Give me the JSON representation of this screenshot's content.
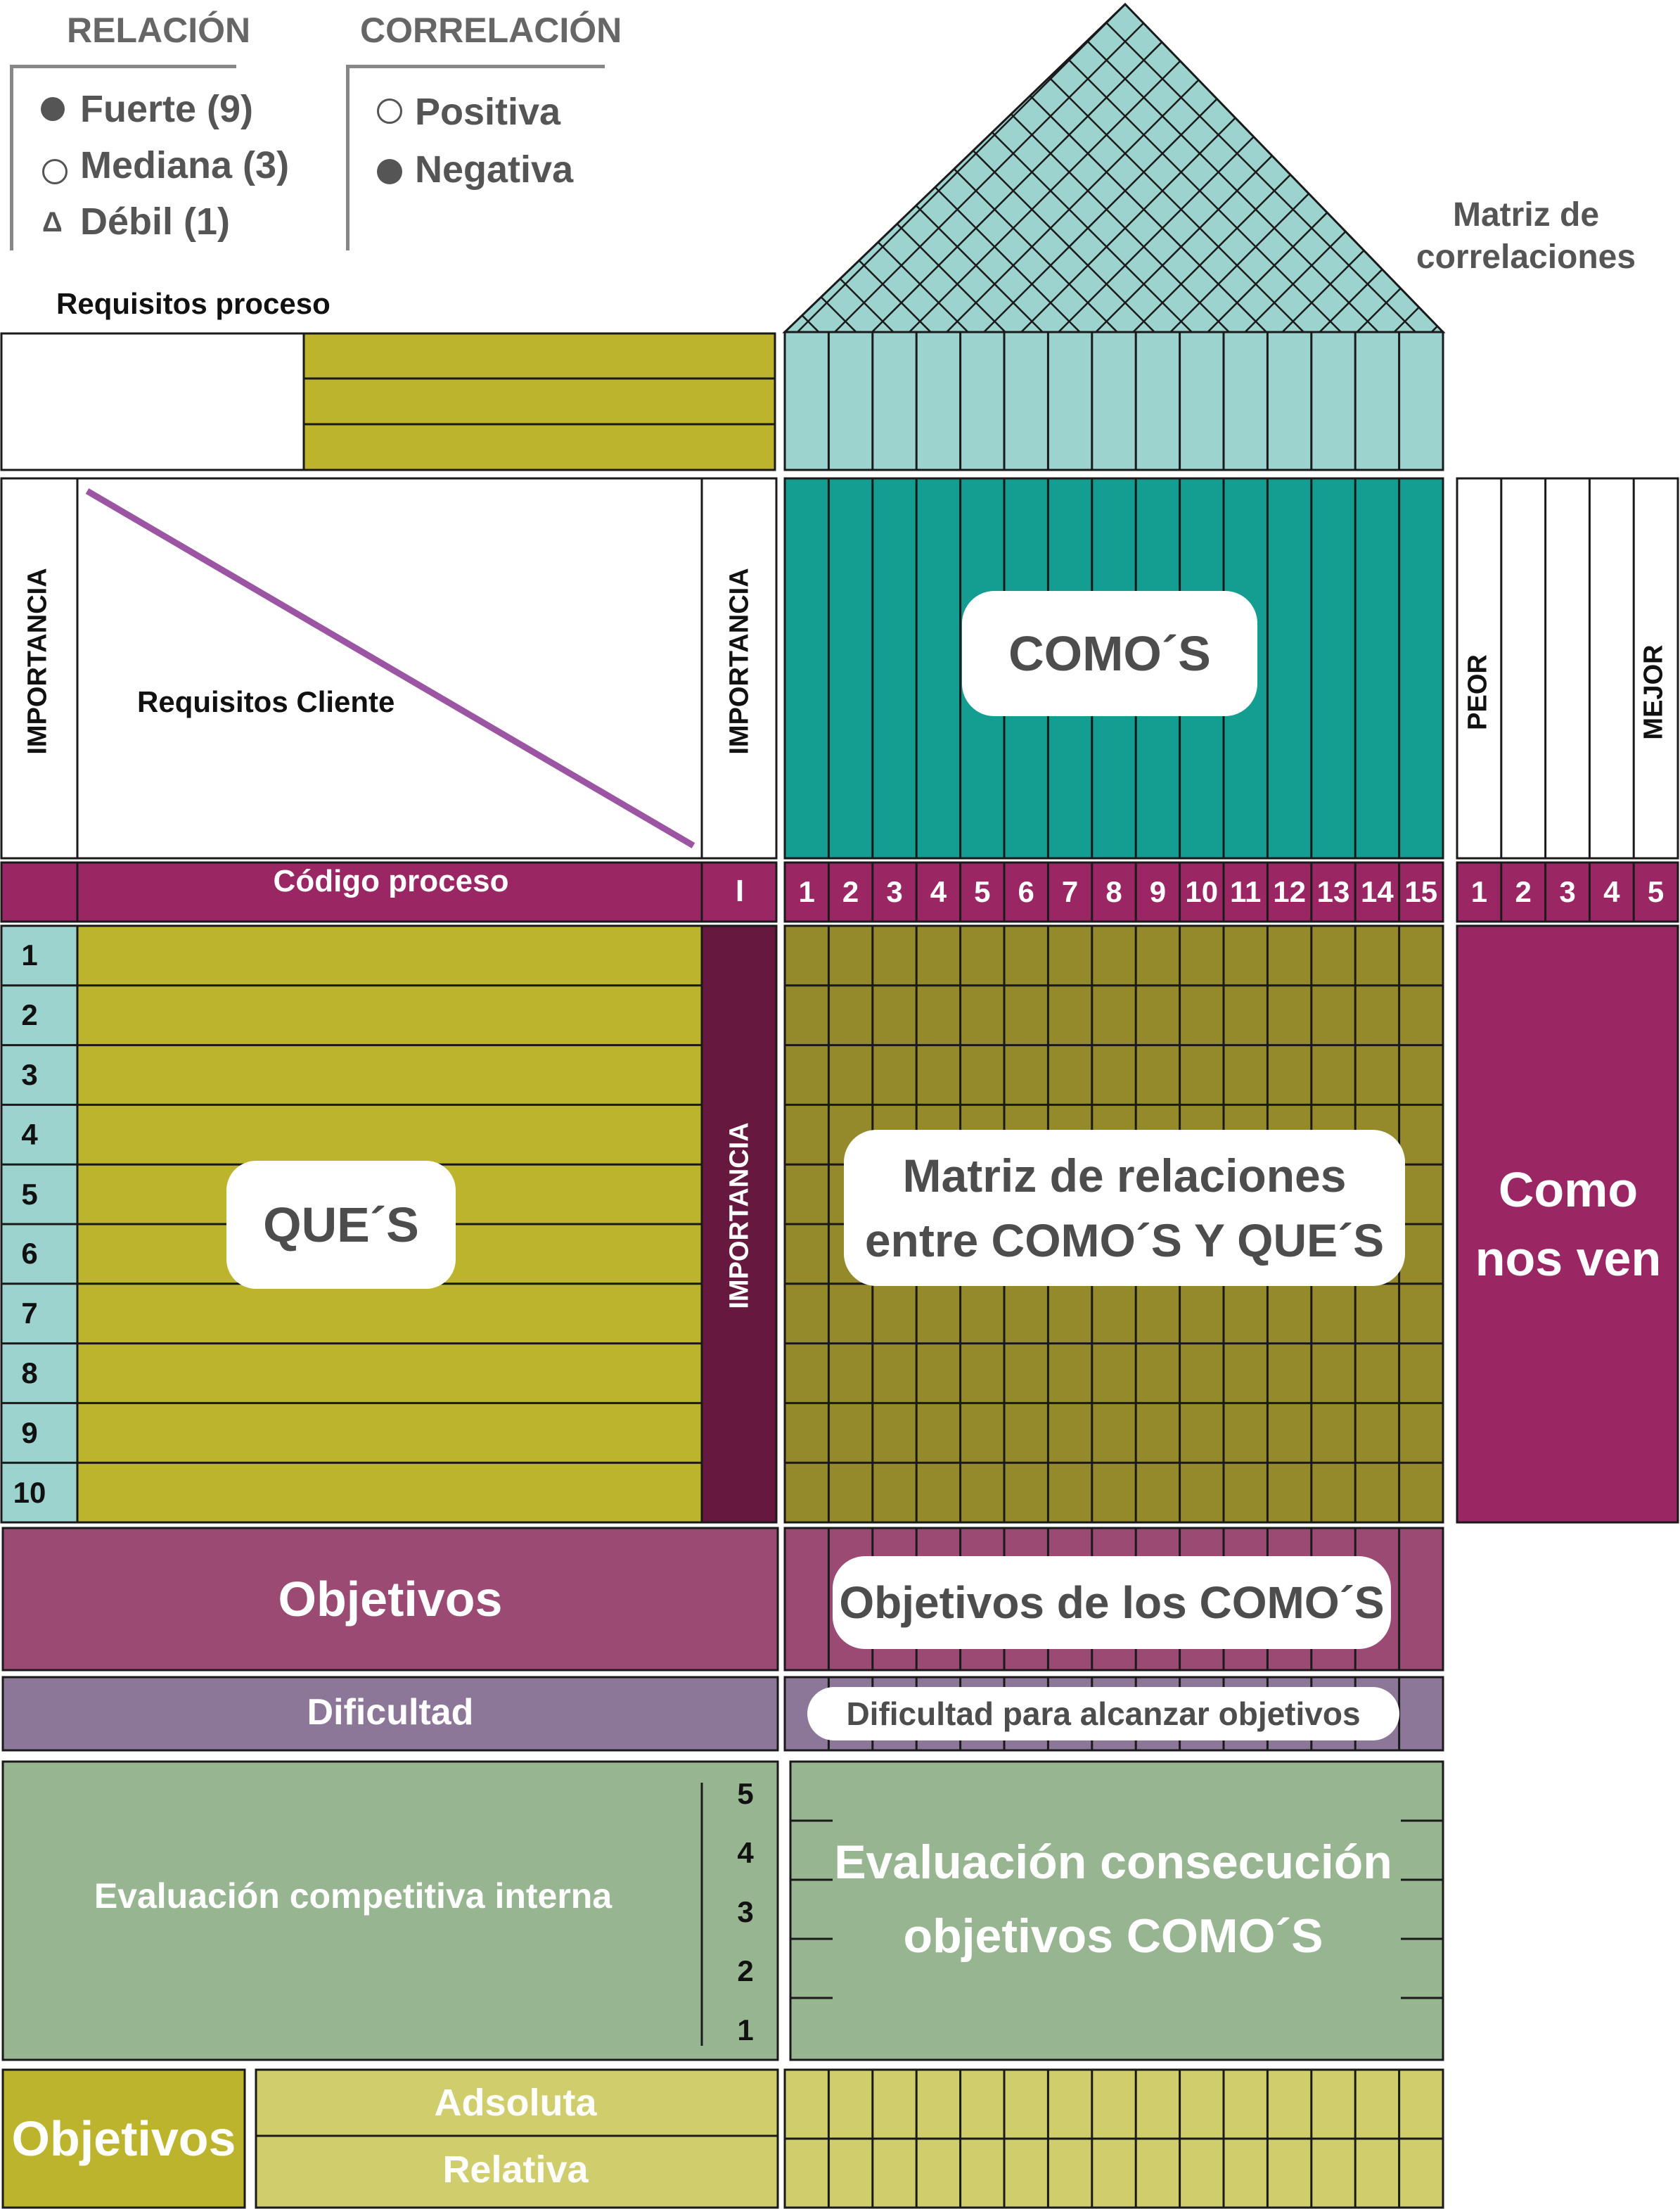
{
  "legend": {
    "relation_title": "RELACIÓN",
    "relation_items": [
      {
        "symbol": "filled-circle",
        "label": "Fuerte (9)"
      },
      {
        "symbol": "open-circle",
        "label": "Mediana (3)"
      },
      {
        "symbol": "triangle",
        "label": "Débil (1)"
      }
    ],
    "correlation_title": "CORRELACIÓN",
    "correlation_items": [
      {
        "symbol": "open-circle",
        "label": "Positiva"
      },
      {
        "symbol": "filled-circle",
        "label": "Negativa"
      }
    ]
  },
  "roof_label": "Matriz de\ncorrelaciones",
  "requisitos_proceso": "Requisitos proceso",
  "importancia": "IMPORTANCIA",
  "requisitos_cliente": "Requisitos Cliente",
  "comos": "COMO´S",
  "peor": "PEOR",
  "mejor": "MEJOR",
  "codigo_proceso": "Código proceso",
  "i_label": "I",
  "column_numbers": [
    "1",
    "2",
    "3",
    "4",
    "5",
    "6",
    "7",
    "8",
    "9",
    "10",
    "11",
    "12",
    "13",
    "14",
    "15"
  ],
  "rating_numbers": [
    "1",
    "2",
    "3",
    "4",
    "5"
  ],
  "row_numbers": [
    "1",
    "2",
    "3",
    "4",
    "5",
    "6",
    "7",
    "8",
    "9",
    "10"
  ],
  "ques": "QUE´S",
  "matriz_relaciones": "Matriz de relaciones\nentre COMO´S Y QUE´S",
  "como_nos_ven": "Como\nnos ven",
  "objetivos": "Objetivos",
  "objetivos_comos": "Objetivos de los COMO´S",
  "dificultad": "Dificultad",
  "dificultad_objetivos": "Dificultad para alcanzar objetivos",
  "evaluacion_interna": "Evaluación competitiva interna",
  "scale_numbers": [
    "5",
    "4",
    "3",
    "2",
    "1"
  ],
  "evaluacion_consecucion": "Evaluación consecución\nobjetivos COMO´S",
  "objetivos_bottom": "Objetivos",
  "adsoluta": "Adsoluta",
  "relativa": "Relativa",
  "colors": {
    "teal_light": "#9dd3cf",
    "teal_dark": "#149e92",
    "magenta": "#9a2764",
    "dark_magenta": "#66183e",
    "olive": "#bcb42c",
    "dark_olive": "#948a2b",
    "mauve": "#9a4a73",
    "purple": "#8d7799",
    "sage": "#98b592",
    "light_olive": "#d0cd6d",
    "diag_line": "#9b55a2"
  }
}
